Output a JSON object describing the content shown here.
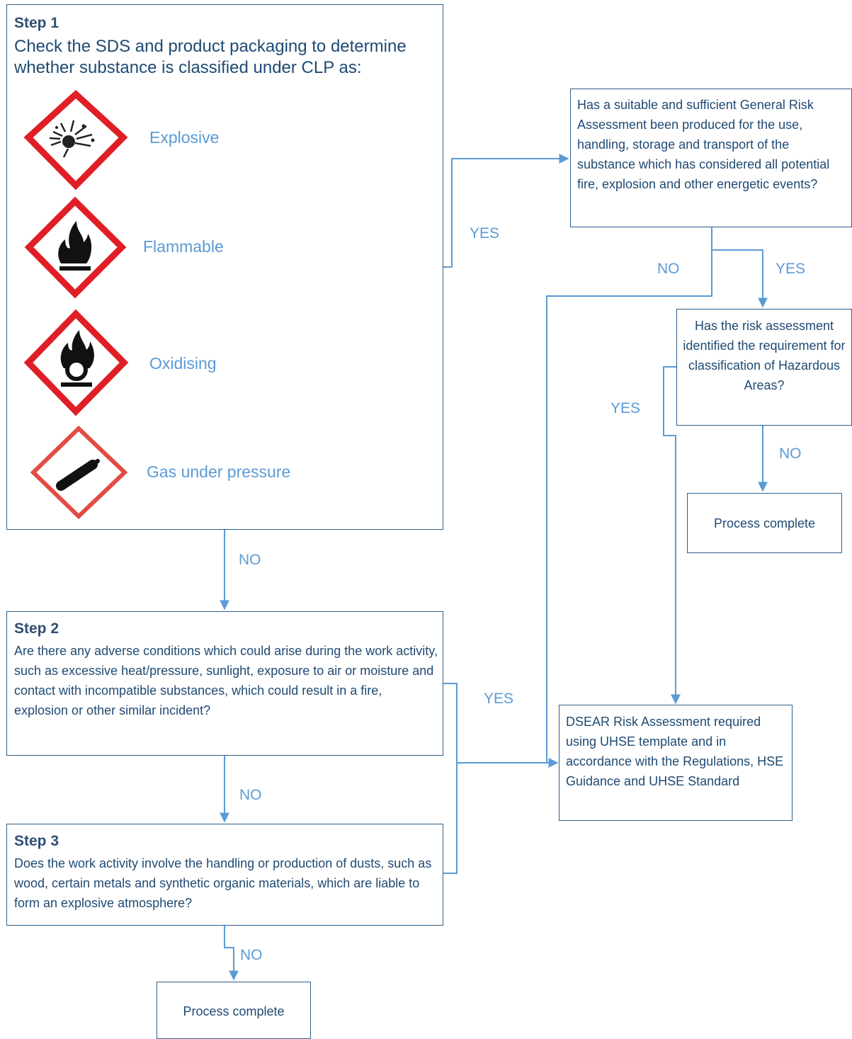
{
  "step1": {
    "title": "Step 1",
    "text": "Check the SDS and product packaging to determine whether substance is classified under CLP as:",
    "hazards": [
      {
        "label": "Explosive",
        "icon": "explosive-pictogram-icon"
      },
      {
        "label": "Flammable",
        "icon": "flammable-pictogram-icon"
      },
      {
        "label": "Oxidising",
        "icon": "oxidising-pictogram-icon"
      },
      {
        "label": "Gas under pressure",
        "icon": "gas-under-pressure-pictogram-icon"
      }
    ]
  },
  "step2": {
    "title": "Step 2",
    "text": "Are there any adverse conditions which could arise during the work activity, such as excessive heat/pressure, sunlight, exposure to air or moisture and contact with incompatible substances, which could result in a fire, explosion or other similar incident?"
  },
  "step3": {
    "title": "Step 3",
    "text": "Does the work activity involve the handling or production of dusts, such as wood, certain metals and synthetic organic materials, which are liable to form an explosive atmosphere?"
  },
  "general_ra": {
    "text": "Has a suitable and sufficient General Risk Assessment been produced for the use, handling, storage and transport of the substance which has considered all potential fire, explosion and other energetic events?"
  },
  "hazardous_areas": {
    "text": "Has the risk assessment identified the requirement for classification of Hazardous Areas?"
  },
  "dsear": {
    "text": "DSEAR Risk Assessment required using UHSE template and in accordance with the Regulations, HSE Guidance  and UHSE Standard"
  },
  "complete_top": {
    "text": "Process complete"
  },
  "complete_bottom": {
    "text": "Process complete"
  },
  "edges": {
    "step1_yes": "YES",
    "step1_no": "NO",
    "general_no": "NO",
    "general_yes": "YES",
    "hazard_yes": "YES",
    "hazard_no": "NO",
    "step2_yes": "YES",
    "step2_no": "NO",
    "step3_no": "NO"
  },
  "colors": {
    "box_border": "#2f5f8a",
    "connector": "#5b9bd5",
    "label_text": "#5b9bd5",
    "hazard_red": "#e01e26"
  }
}
